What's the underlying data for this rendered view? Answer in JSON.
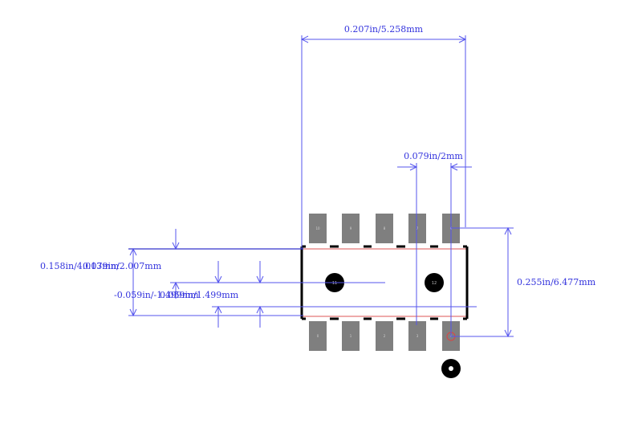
{
  "dimensions": {
    "overall_width": "0.207in/5.258mm",
    "pitch": "0.079in/2mm",
    "overall_length": "0.255in/6.477mm",
    "label_left_upper_a": "0.158in/4.013mm",
    "label_left_upper_b": "0.079in/2.007mm",
    "label_left_lower_a": "-0.059in/-1.499mm",
    "label_left_lower_b": "0.059in/1.499mm"
  },
  "pins_top": [
    "10",
    "9",
    "8",
    "7",
    "6"
  ],
  "pins_bottom": [
    "0",
    "1",
    "2",
    "3",
    "4"
  ],
  "mounting_holes": [
    "11",
    "12"
  ],
  "colors": {
    "pad": "#7f7f7f",
    "outline": "#000000",
    "dimension": "#4444ee",
    "body_line": "#cc3333",
    "hole": "#000000"
  }
}
